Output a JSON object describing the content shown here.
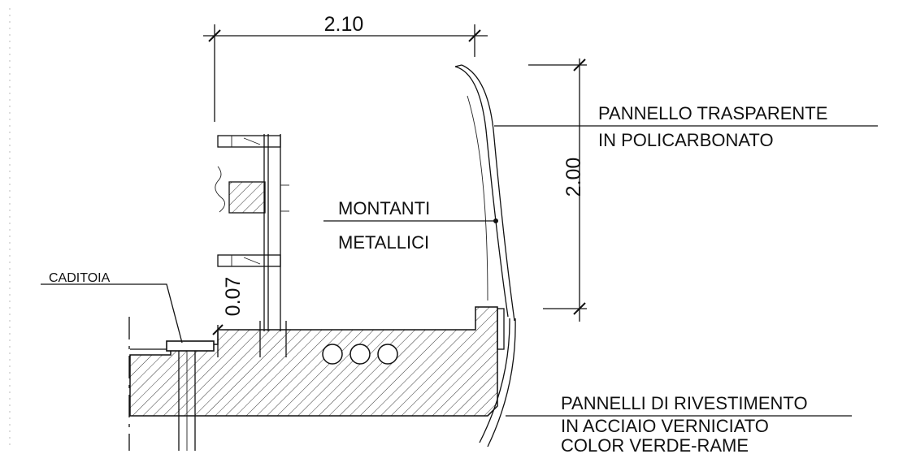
{
  "dimensions": {
    "width": "2.10",
    "height": "2.00",
    "step": "0.07"
  },
  "labels": {
    "montanti_line1": "MONTANTI",
    "montanti_line2": "METALLICI",
    "pannello_line1": "PANNELLO TRASPARENTE",
    "pannello_line2": "IN POLICARBONATO",
    "caditoia": "CADITOIA",
    "rivestimento_line1": "PANNELLI DI RIVESTIMENTO",
    "rivestimento_line2": "IN ACCIAIO VERNICIATO",
    "rivestimento_line3": "COLOR VERDE-RAME"
  }
}
